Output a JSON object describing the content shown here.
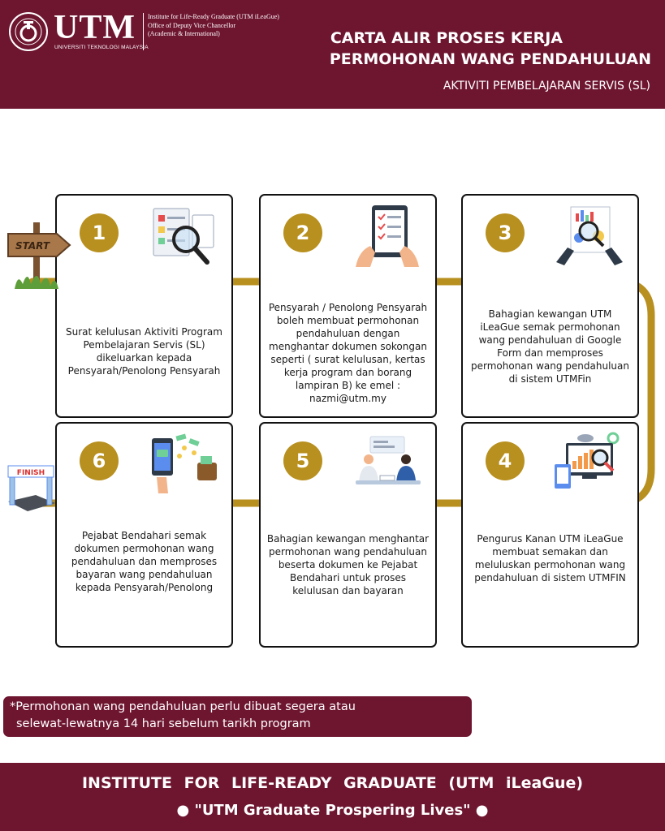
{
  "header": {
    "logo_text": "UTM",
    "logo_subtext": "UNIVERSITI TEKNOLOGI MALAYSIA",
    "institute_lines": [
      "Institute for Life-Ready Graduate (UTM iLeaGue)",
      "Office of Deputy Vice Chancellor",
      "(Academic & International)"
    ],
    "title_line_1": "CARTA ALIR PROSES KERJA",
    "title_line_2": "PERMOHONAN WANG PENDAHULUAN",
    "subtitle": "AKTIVITI PEMBELAJARAN SERVIS (SL)"
  },
  "signs": {
    "start": "START",
    "finish": "FINISH"
  },
  "steps": [
    {
      "number": "1",
      "icon": "document-magnifier-icon",
      "text": "Surat kelulusan Aktiviti Program Pembelajaran Servis (SL) dikeluarkan kepada Pensyarah/Penolong Pensyarah"
    },
    {
      "number": "2",
      "icon": "tablet-checklist-icon",
      "text": "Pensyarah / Penolong Pensyarah boleh membuat permohonan pendahuluan dengan menghantar dokumen sokongan seperti ( surat kelulusan, kertas kerja program dan borang lampiran B) ke emel : nazmi@utm.my"
    },
    {
      "number": "3",
      "icon": "report-analysis-icon",
      "text": "Bahagian kewangan UTM iLeaGue semak permohonan wang pendahuluan di Google Form dan memproses permohonan wang pendahuluan di sistem UTMFin"
    },
    {
      "number": "4",
      "icon": "dashboard-analytics-icon",
      "text": "Pengurus Kanan UTM iLeaGue membuat semakan dan meluluskan permohonan wang pendahuluan di sistem UTMFIN"
    },
    {
      "number": "5",
      "icon": "meeting-desk-icon",
      "text": "Bahagian kewangan menghantar permohonan wang pendahuluan beserta dokumen ke Pejabat Bendahari untuk proses kelulusan dan bayaran"
    },
    {
      "number": "6",
      "icon": "mobile-payment-icon",
      "text": "Pejabat Bendahari semak dokumen permohonan wang pendahuluan dan memproses bayaran wang pendahuluan kepada Pensyarah/Penolong"
    }
  ],
  "note": {
    "line_1": "*Permohonan wang pendahuluan perlu dibuat segera atau",
    "line_2": "selewat-lewatnya 14 hari sebelum tarikh program"
  },
  "footer": {
    "line_1": "INSTITUTE FOR LIFE-READY GRADUATE (UTM iLeaGue)",
    "line_2": "● \"UTM Graduate Prospering Lives\" ●"
  },
  "colors": {
    "maroon": "#6e1530",
    "gold": "#b8901f"
  }
}
